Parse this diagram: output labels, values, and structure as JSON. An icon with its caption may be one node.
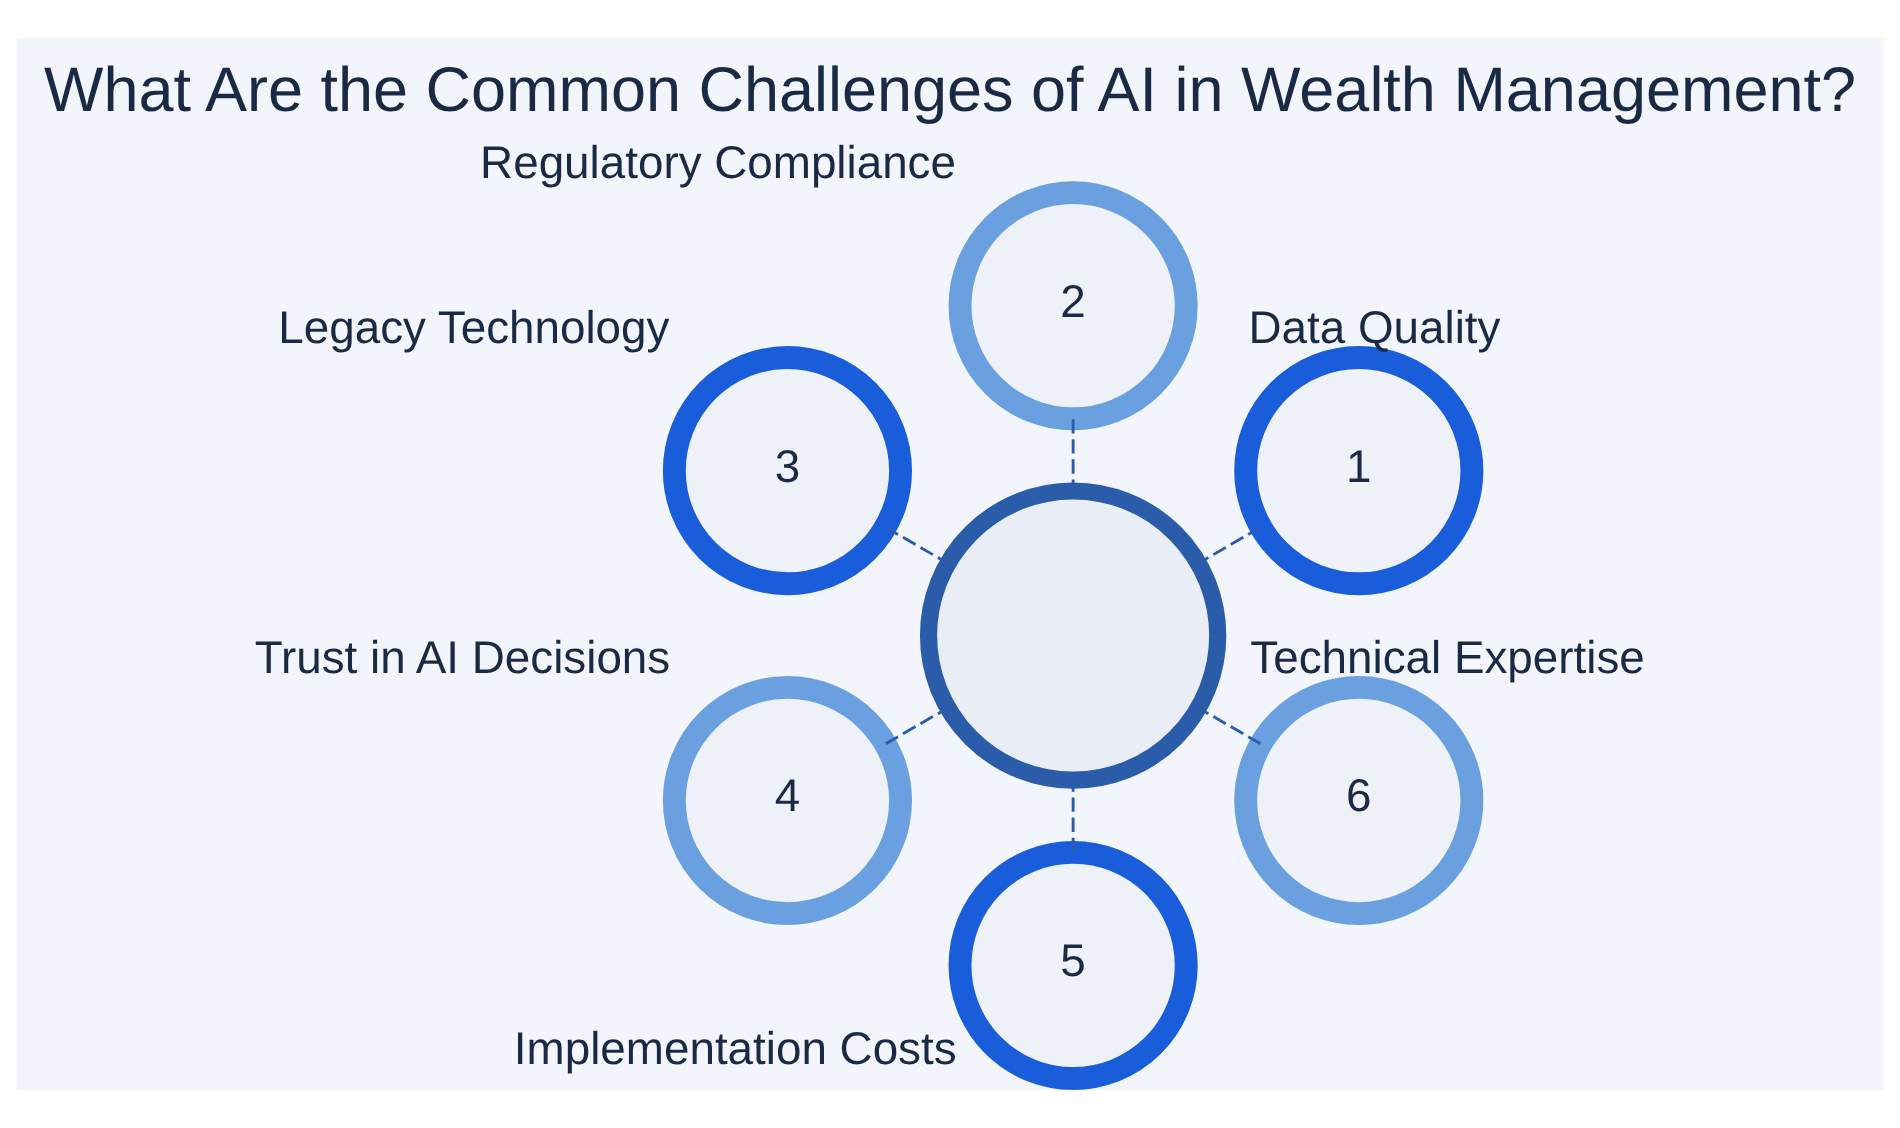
{
  "diagram": {
    "title": "What Are the Common Challenges of AI in Wealth Management?",
    "nodes": [
      {
        "text": [],
        "shape": "circle"
      },
      {
        "text": [
          "1"
        ],
        "beside": [
          "Data Quality"
        ]
      },
      {
        "text": [
          "2"
        ],
        "beside": [
          "Regulatory Compliance"
        ]
      },
      {
        "text": [
          "3"
        ],
        "beside": [
          "Legacy Technology"
        ]
      },
      {
        "text": [
          "4"
        ],
        "beside": [
          "Trust in AI Decisions"
        ]
      },
      {
        "text": [
          "5"
        ],
        "beside": [
          "Implementation Costs"
        ]
      },
      {
        "text": [
          "6"
        ],
        "beside": [
          "Technical Expertise"
        ]
      }
    ],
    "edges": [
      {
        "from": 1,
        "to": 0,
        "arrow": "none",
        "style": "dashed"
      },
      {
        "from": 2,
        "to": 0,
        "arrow": "none",
        "style": "dashed"
      },
      {
        "from": 3,
        "to": 0,
        "arrow": "none",
        "style": "dashed"
      },
      {
        "from": 4,
        "to": 0,
        "arrow": "none",
        "style": "dashed"
      },
      {
        "from": 5,
        "to": 0,
        "arrow": "none",
        "style": "dashed"
      },
      {
        "from": 6,
        "to": 0,
        "arrow": "none",
        "style": "dashed"
      }
    ]
  }
}
